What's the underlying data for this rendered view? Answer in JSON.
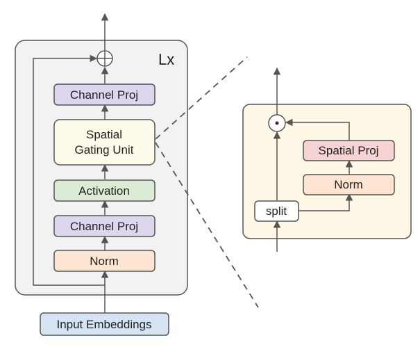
{
  "main_block": {
    "repeat_label": "Lx",
    "blocks": {
      "channel_proj_top": "Channel Proj",
      "sgu_line1": "Spatial",
      "sgu_line2": "Gating Unit",
      "activation": "Activation",
      "channel_proj_bottom": "Channel Proj",
      "norm": "Norm"
    },
    "input_label": "Input Embeddings"
  },
  "sgu_detail": {
    "spatial_proj": "Spatial Proj",
    "norm": "Norm",
    "split": "split"
  },
  "colors": {
    "outer_panel": "#f2f2f2",
    "detail_panel": "#fdf7e6",
    "channel_proj": "#ddd6ee",
    "sgu": "#fefbea",
    "activation": "#dcebd6",
    "norm": "#fde5d1",
    "input": "#d6e3f2",
    "spatial_proj": "#f7d4d4",
    "split": "#ffffff",
    "stroke": "#555555"
  }
}
